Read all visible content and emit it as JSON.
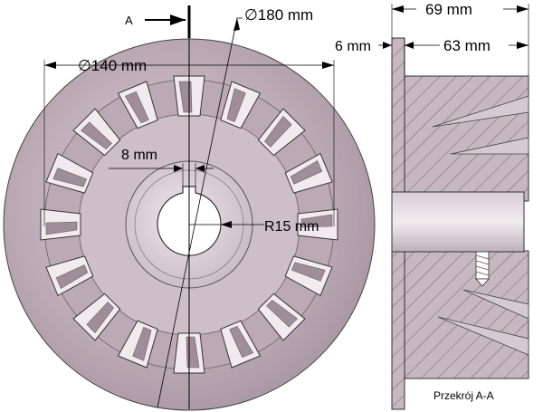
{
  "diagram": {
    "section_marker": "A",
    "dimensions": {
      "outer_diameter": "∅180 mm",
      "inner_diameter": "∅140 mm",
      "keyway_width": "8 mm",
      "bore_radius": "R15 mm",
      "total_length": "69 mm",
      "flange_thickness": "6 mm",
      "body_length": "63 mm"
    },
    "section_caption": "Przekrój A-A"
  },
  "colors": {
    "face": "#b9a7b1",
    "face_light": "#d8cbd2",
    "face_dark": "#9a8894",
    "outline": "#222222",
    "hatch": "#6e6470",
    "background": "#ffffff"
  }
}
